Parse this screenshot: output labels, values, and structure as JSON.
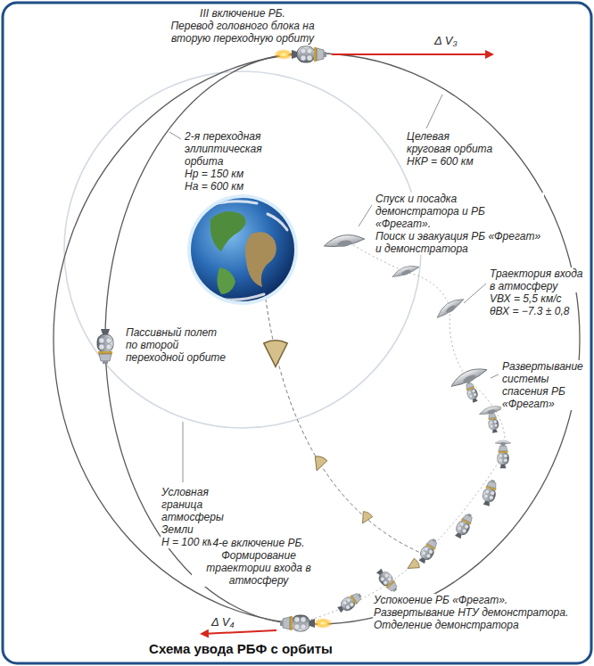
{
  "diagram": {
    "caption": "Схема увода РБФ с орбиты",
    "labels": [
      "III включение РБ.",
      "Перевод головного блока на вторую переходную орбиту",
      "Δ V₃",
      "2-я переходная эллиптическая орбита",
      "Hp = 150 км",
      "Ha = 600 км",
      "Целевая круговая орбита",
      "HКР = 600 км",
      "Спуск и посадка демонстратора и РБ «Фрегат».",
      "Поиск и эвакуация РБ «Фрегат» и демонстратора",
      "Траектория входа в атмосферу",
      "VВХ = 5,5 км/с",
      "θВХ = −7.3 ± 0,8",
      "Развертывание системы спасения РБ «Фрегат»",
      "Пассивный полет по второй переходной орбите",
      "Условная граница атмосферы Земли",
      "H = 100 км",
      "4-е включение РБ.",
      "Формирование траектории входа в атмосферу",
      "Δ V₄",
      "Успокоение РБ «Фрегат».",
      "Развертывание НТУ демонстратора.",
      "Отделение демонстратора"
    ]
  }
}
